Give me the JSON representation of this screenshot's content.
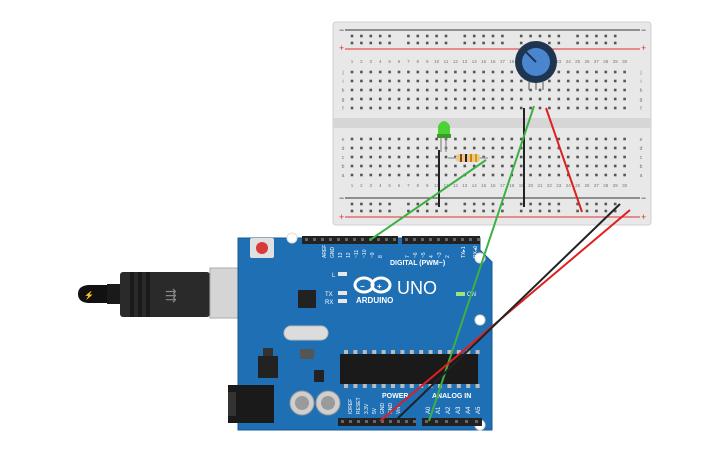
{
  "breadboard": {
    "rail_minus": "−",
    "rail_plus": "+",
    "column_numbers": [
      "1",
      "2",
      "3",
      "4",
      "5",
      "6",
      "7",
      "8",
      "9",
      "10",
      "11",
      "12",
      "13",
      "14",
      "15",
      "16",
      "17",
      "18",
      "19",
      "20",
      "21",
      "22",
      "23",
      "24",
      "25",
      "26",
      "27",
      "28",
      "29",
      "30"
    ],
    "row_letters_top": [
      "j",
      "i",
      "h",
      "g",
      "f"
    ],
    "row_letters_bottom": [
      "e",
      "d",
      "c",
      "b",
      "a"
    ],
    "rail_color_plus": "#e03030",
    "rail_color_minus": "#333333"
  },
  "arduino": {
    "logo_text": "ARDUINO",
    "model": "UNO",
    "digital_label": "DIGITAL (PWM~)",
    "power_label": "POWER",
    "analog_label": "ANALOG IN",
    "on_label": "ON",
    "led_l": "L",
    "led_tx": "TX",
    "led_rx": "RX",
    "digital_pins": [
      "AREF",
      "GND",
      "13",
      "12",
      "~11",
      "~10",
      "~9",
      "8",
      "7",
      "~6",
      "~5",
      "4",
      "~3",
      "2",
      "TX▸1",
      "RX◂0"
    ],
    "power_pins": [
      "IOREF",
      "RESET",
      "3.3V",
      "5V",
      "GND",
      "GND",
      "Vin"
    ],
    "analog_pins": [
      "A0",
      "A1",
      "A2",
      "A3",
      "A4",
      "A5"
    ],
    "board_color": "#1f6fb5"
  },
  "wires": {
    "green": "#3cb043",
    "red": "#e02020",
    "black": "#222222"
  },
  "components": {
    "led_color": "#4cd137",
    "potentiometer_color": "#3a7bd5"
  }
}
